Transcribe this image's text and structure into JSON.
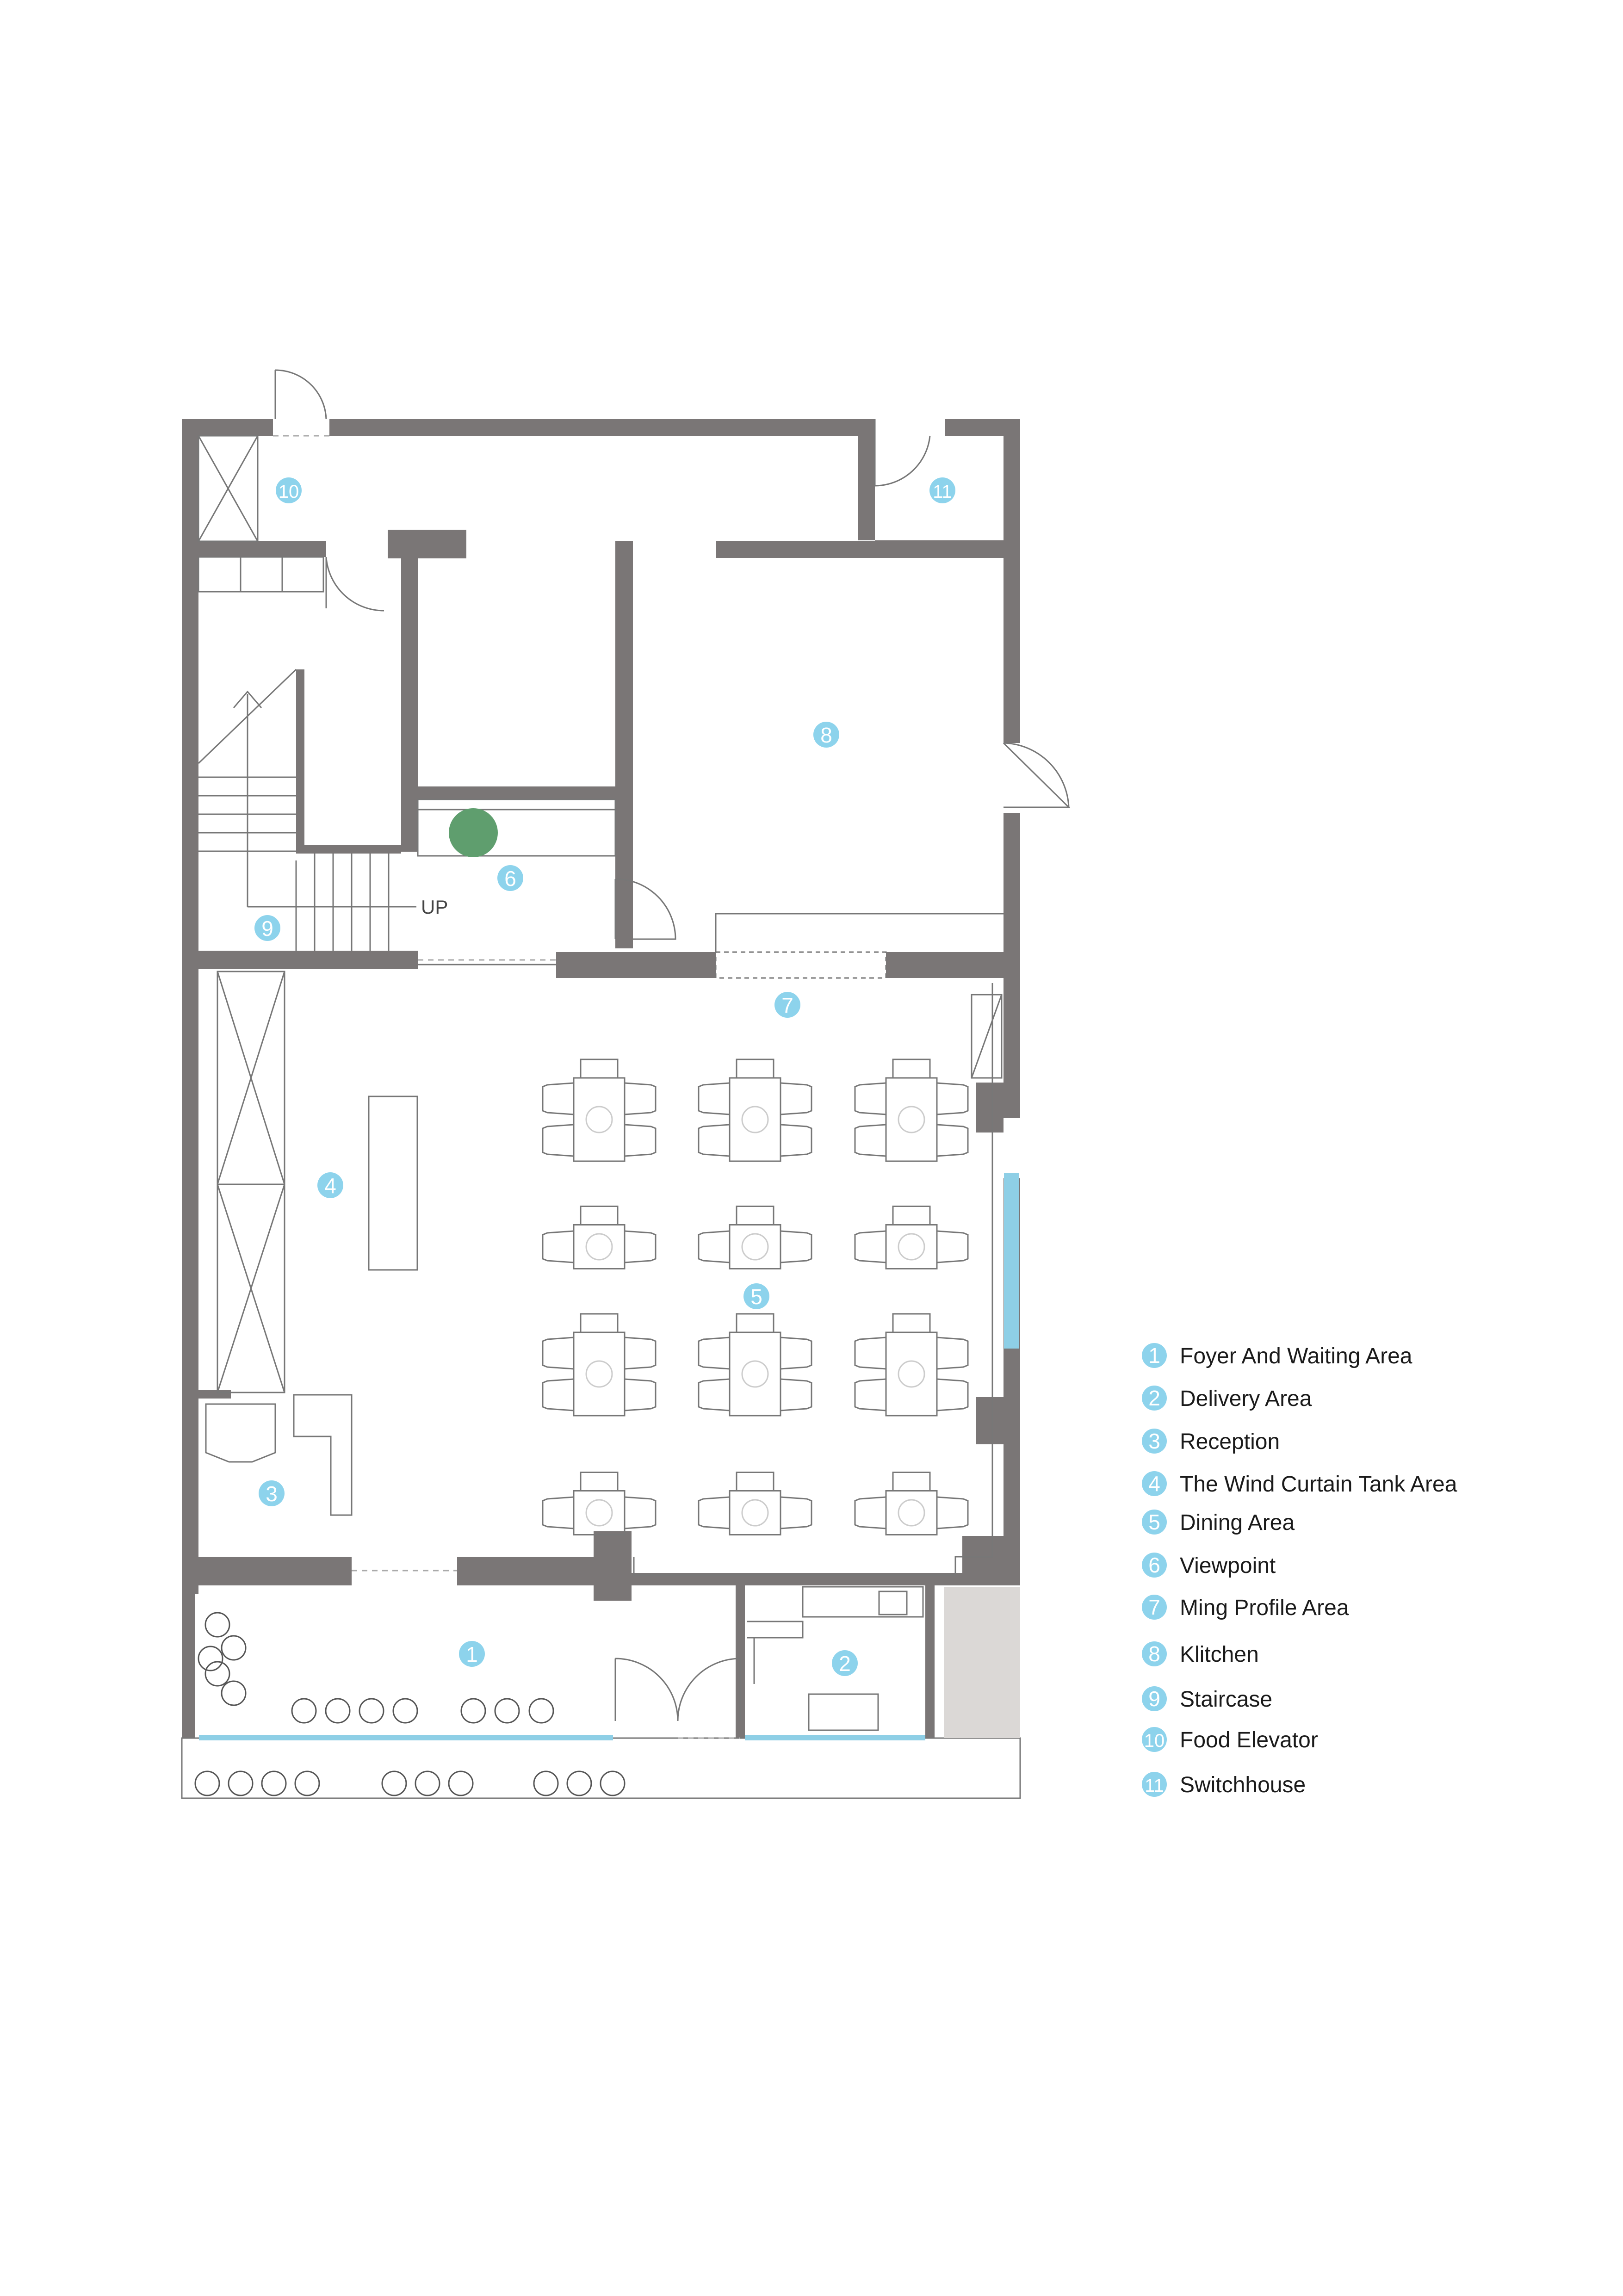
{
  "colors": {
    "wall": "#7a7676",
    "line": "#777777",
    "marker": "#8dd3ec",
    "glass": "#8ecfe6",
    "plant": "#5f9e6e",
    "shade": "#dbd8d6"
  },
  "plan": {
    "stair_label": "UP",
    "room_markers": [
      {
        "num": "1"
      },
      {
        "num": "2"
      },
      {
        "num": "3"
      },
      {
        "num": "4"
      },
      {
        "num": "5"
      },
      {
        "num": "6"
      },
      {
        "num": "7"
      },
      {
        "num": "8"
      },
      {
        "num": "9"
      },
      {
        "num": "10"
      },
      {
        "num": "11"
      }
    ]
  },
  "legend": [
    {
      "num": "1",
      "label": "Foyer And Waiting Area"
    },
    {
      "num": "2",
      "label": "Delivery Area"
    },
    {
      "num": "3",
      "label": "Reception"
    },
    {
      "num": "4",
      "label": "The Wind Curtain Tank Area"
    },
    {
      "num": "5",
      "label": "Dining Area"
    },
    {
      "num": "6",
      "label": "Viewpoint"
    },
    {
      "num": "7",
      "label": "Ming Profile Area"
    },
    {
      "num": "8",
      "label": " Klitchen"
    },
    {
      "num": "9",
      "label": "Staircase"
    },
    {
      "num": "10",
      "label": " Food  Elevator"
    },
    {
      "num": "11",
      "label": "Switchhouse"
    }
  ]
}
